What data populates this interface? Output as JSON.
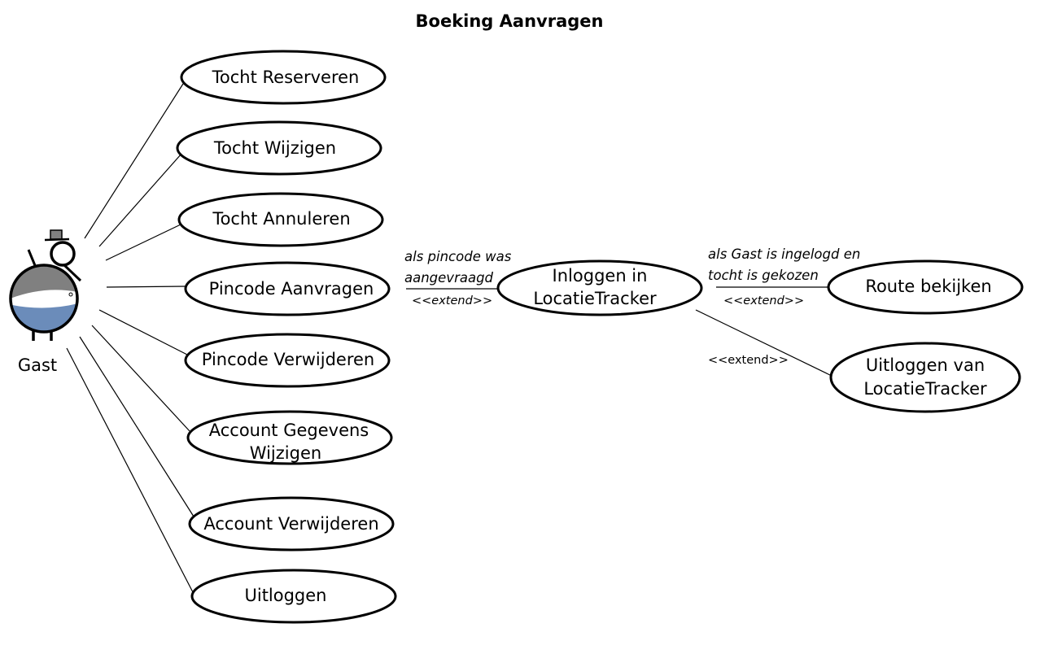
{
  "diagram": {
    "title": "Boeking Aanvragen",
    "actor": {
      "label": "Gast",
      "icon": "actor-person-icon",
      "colors": {
        "top": "#808080",
        "bottom": "#6b8cba",
        "line": "#000000"
      }
    },
    "use_cases": [
      {
        "id": "tocht-reserveren",
        "lines": [
          "Tocht Reserveren"
        ]
      },
      {
        "id": "tocht-wijzigen",
        "lines": [
          "Tocht Wijzigen"
        ]
      },
      {
        "id": "tocht-annuleren",
        "lines": [
          "Tocht Annuleren"
        ]
      },
      {
        "id": "pincode-aanvragen",
        "lines": [
          "Pincode Aanvragen"
        ]
      },
      {
        "id": "pincode-verwijderen",
        "lines": [
          "Pincode Verwijderen"
        ]
      },
      {
        "id": "account-gegevens-wijzigen",
        "lines": [
          "Account Gegevens",
          "Wijzigen"
        ]
      },
      {
        "id": "account-verwijderen",
        "lines": [
          "Account Verwijderen"
        ]
      },
      {
        "id": "uitloggen",
        "lines": [
          "Uitloggen"
        ]
      },
      {
        "id": "inloggen-locatietracker",
        "lines": [
          "Inloggen in",
          "LocatieTracker"
        ]
      },
      {
        "id": "route-bekijken",
        "lines": [
          "Route bekijken"
        ]
      },
      {
        "id": "uitloggen-locatietracker",
        "lines": [
          "Uitloggen van",
          "LocatieTracker"
        ]
      }
    ],
    "extends": [
      {
        "id": "ext-inloggen",
        "from": "inloggen-locatietracker",
        "to": "pincode-aanvragen",
        "condition": [
          "als pincode was",
          "aangevraagd"
        ],
        "stereotype": "<<extend>>"
      },
      {
        "id": "ext-route",
        "from": "route-bekijken",
        "to": "inloggen-locatietracker",
        "condition": [
          "als Gast is ingelogd en",
          "tocht is gekozen"
        ],
        "stereotype": "<<extend>>"
      },
      {
        "id": "ext-uitloggen",
        "from": "uitloggen-locatietracker",
        "to": "inloggen-locatietracker",
        "condition": [],
        "stereotype": "<<extend>>"
      }
    ]
  }
}
